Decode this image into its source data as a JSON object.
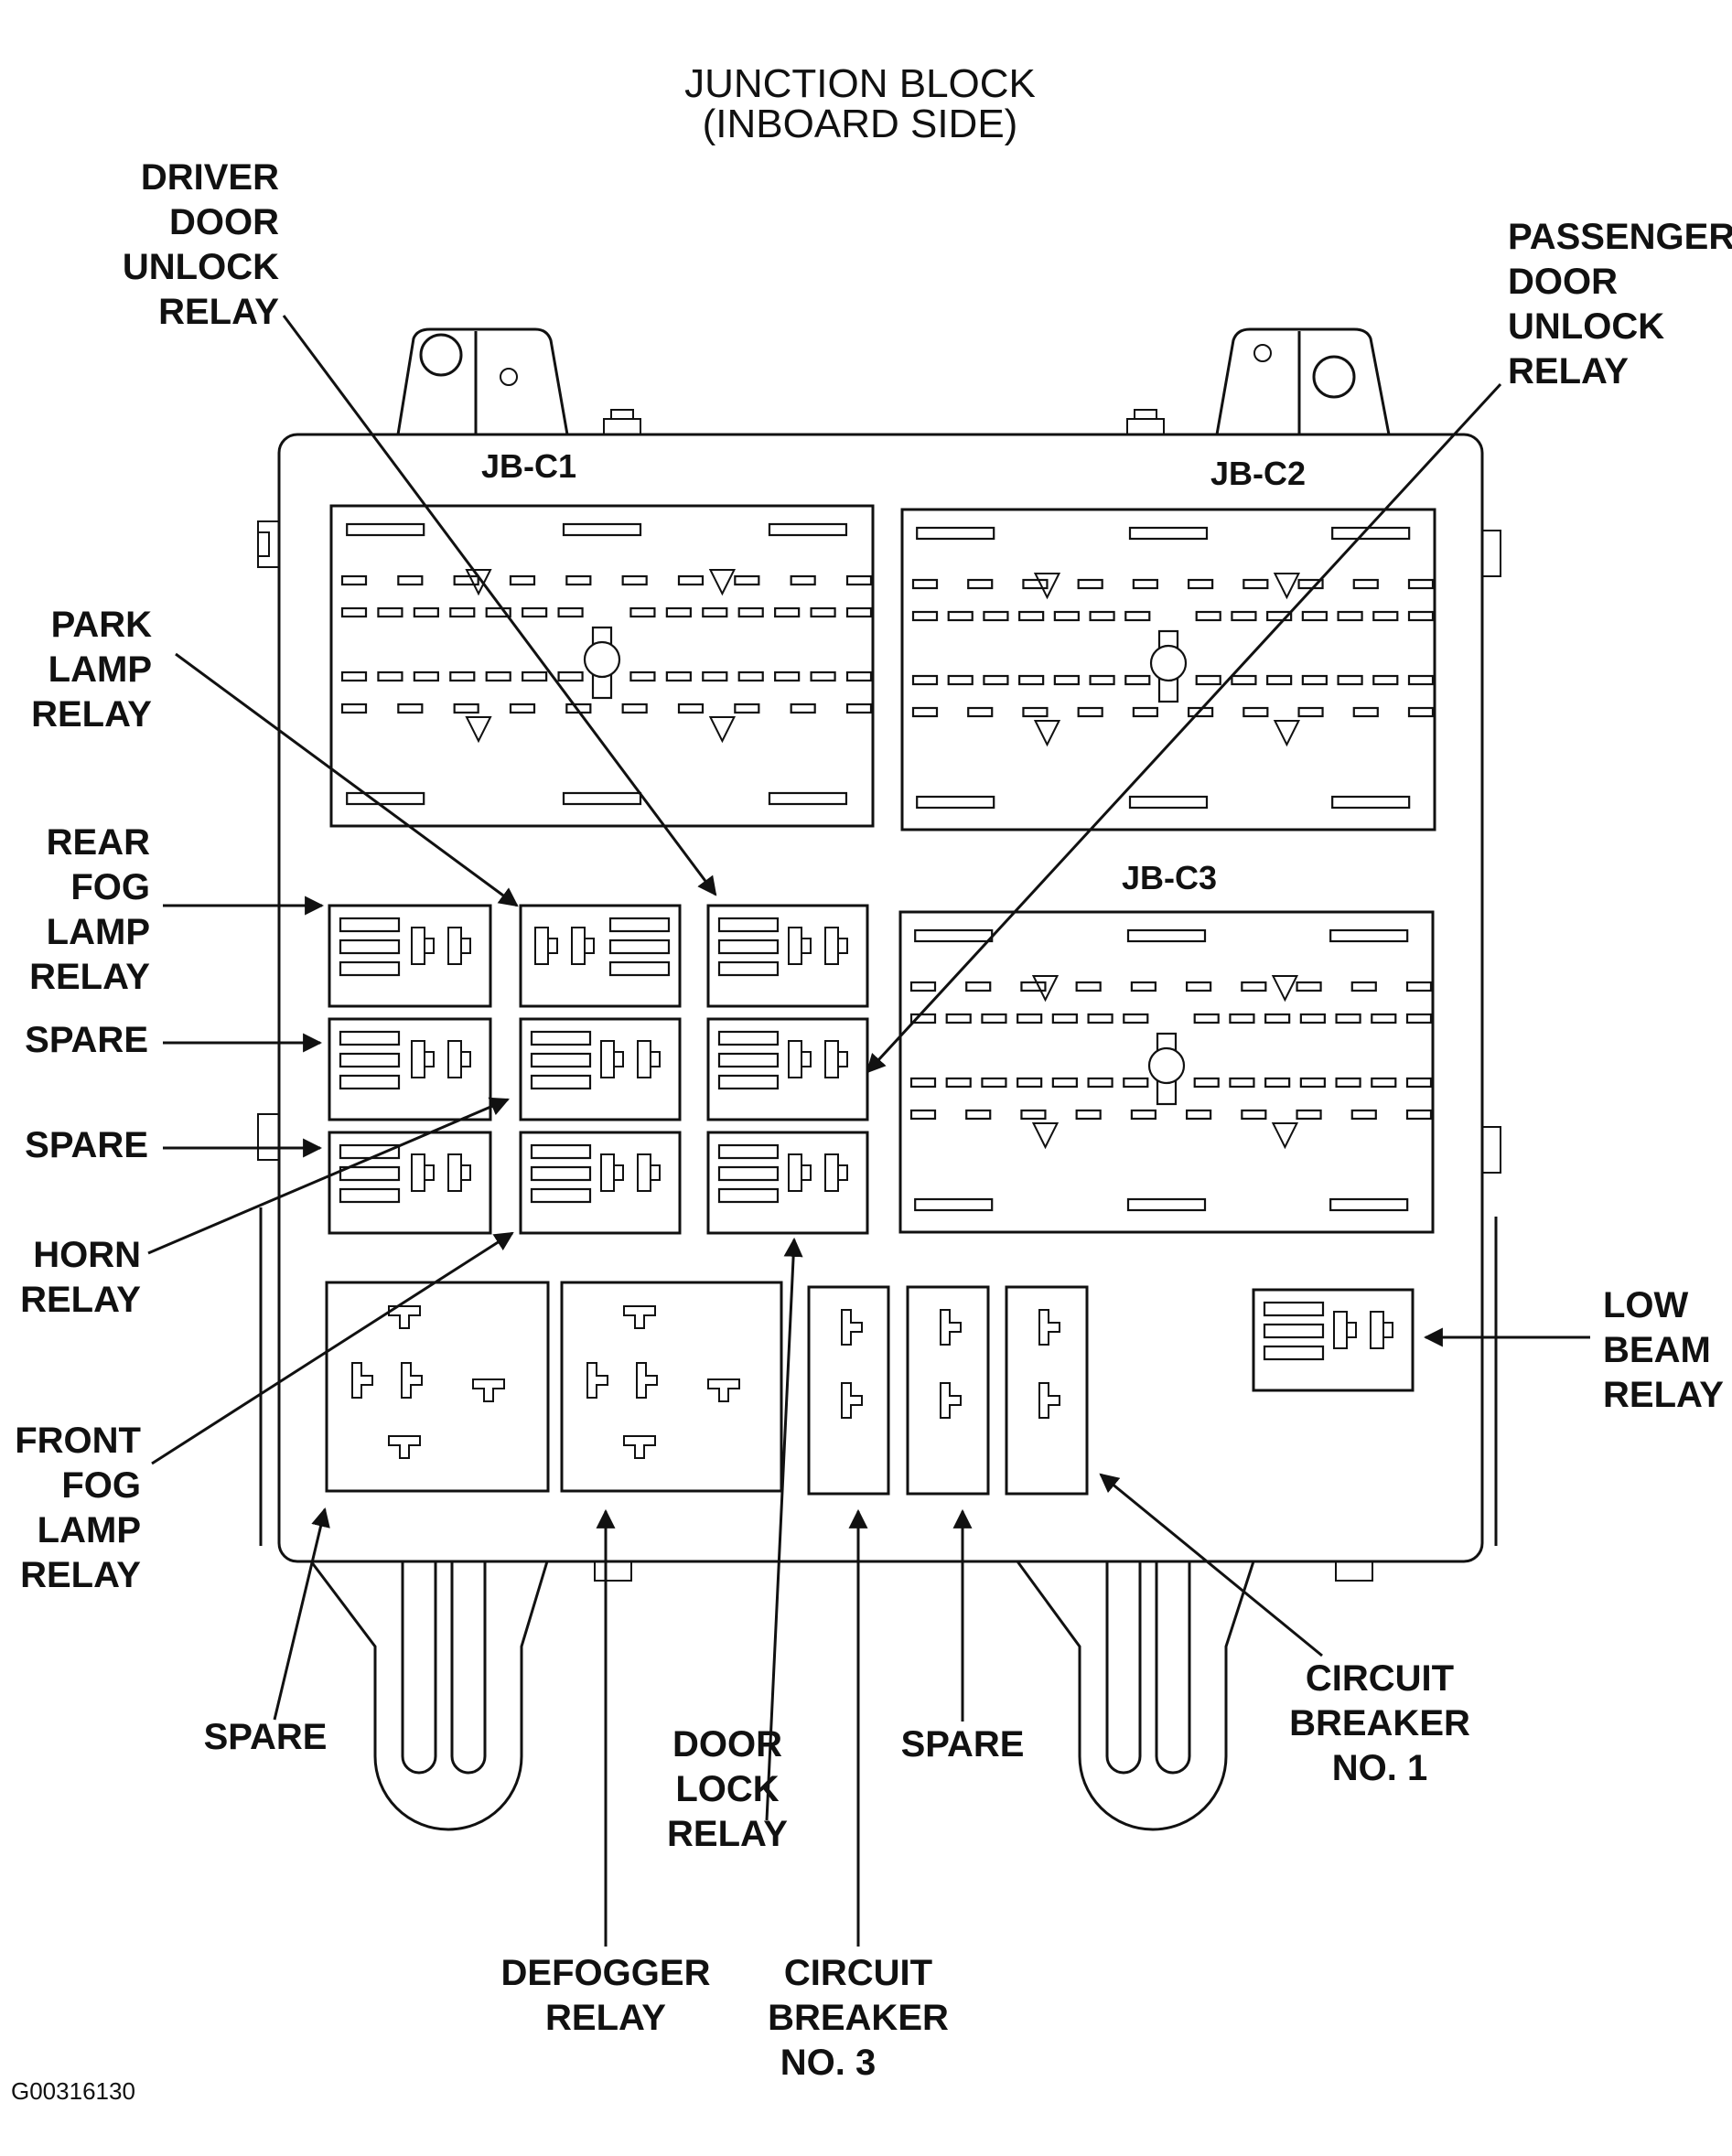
{
  "title": [
    "JUNCTION BLOCK",
    "(INBOARD SIDE)"
  ],
  "figure_id": "G00316130",
  "connectors": {
    "c1": "JB-C1",
    "c2": "JB-C2",
    "c3": "JB-C3"
  },
  "callouts": {
    "driver_door_unlock": [
      "DRIVER",
      "DOOR",
      "UNLOCK",
      "RELAY"
    ],
    "passenger_door_unlock": [
      "PASSENGER",
      "DOOR",
      "UNLOCK",
      "RELAY"
    ],
    "park_lamp": [
      "PARK",
      "LAMP",
      "RELAY"
    ],
    "rear_fog_lamp": [
      "REAR",
      "FOG",
      "LAMP",
      "RELAY"
    ],
    "spare_1": [
      "SPARE"
    ],
    "spare_2": [
      "SPARE"
    ],
    "horn": [
      "HORN",
      "RELAY"
    ],
    "front_fog_lamp": [
      "FRONT",
      "FOG",
      "LAMP",
      "RELAY"
    ],
    "low_beam": [
      "LOW",
      "BEAM",
      "RELAY"
    ],
    "spare_bottom_left": [
      "SPARE"
    ],
    "door_lock": [
      "DOOR",
      "LOCK",
      "RELAY"
    ],
    "spare_bottom_mid": [
      "SPARE"
    ],
    "circuit_breaker_1": [
      "CIRCUIT",
      "BREAKER",
      "NO. 1"
    ],
    "defogger": [
      "DEFOGGER",
      "RELAY"
    ],
    "circuit_breaker_3": [
      "CIRCUIT",
      "BREAKER",
      "NO. 3"
    ]
  }
}
